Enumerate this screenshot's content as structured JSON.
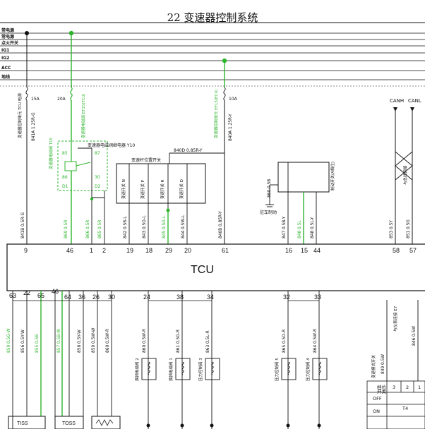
{
  "title": "22  变速器控制系统",
  "bus_lines": [
    "常电源",
    "常电源",
    "点火开关",
    "IG1",
    "IG2",
    "ACC",
    "地线"
  ],
  "fuses": [
    {
      "label": "15A"
    },
    {
      "label": "20A"
    },
    {
      "label": "10A"
    }
  ],
  "fuse_captions": [
    "变速器控制单元 TCU 电源",
    "变速器电磁阀 EF15(TCU)",
    "变速器控制单元 EF15(ECU)"
  ],
  "relay": {
    "name": "变速器电磁阀继电器 Y10",
    "side_label": "变速器电磁阀 T15",
    "pins": [
      "85",
      "87",
      "86",
      "30",
      "D1",
      "D2"
    ]
  },
  "shift_switch": {
    "header": "变速杆位置开关",
    "feed": "840D 0.85R-Y",
    "contacts": [
      "变速开关 N",
      "变速开关 P",
      "变速开关 R",
      "变速开关 D"
    ]
  },
  "upper_wires": [
    {
      "code": "841A 1.25R-G"
    },
    {
      "code": "840A 1.25R-Y"
    },
    {
      "code": "841B 0.5R-G"
    },
    {
      "code": "869 0.5R"
    },
    {
      "code": "866 0.5R"
    },
    {
      "code": "865 0.5R"
    },
    {
      "code": "842 0.5R-L"
    },
    {
      "code": "843 0.5O-L"
    },
    {
      "code": "845 0.5G-L"
    },
    {
      "code": "844 0.5W-L"
    },
    {
      "code": "840B 0.85R-Y"
    },
    {
      "code": "847 0.5B-Y"
    },
    {
      "code": "848 0.5L"
    },
    {
      "code": "848 0.5L-Y"
    },
    {
      "code": "853 0.5Y"
    },
    {
      "code": "851 0.5G"
    },
    {
      "code": "860 0.5B"
    }
  ],
  "brake_switch": {
    "label": "制动开关(A档位)",
    "ground_label": "驻车制动"
  },
  "can": {
    "canh": "CANH",
    "canl": "CANL",
    "label": "与总线网络"
  },
  "tcu": {
    "label": "TCU"
  },
  "upper_pins": [
    "9",
    "46",
    "1",
    "2",
    "19",
    "18",
    "29",
    "20",
    "61",
    "16",
    "15",
    "44",
    "58",
    "57"
  ],
  "lower_pins": [
    "63",
    "22",
    "65",
    "46",
    "64",
    "36",
    "26",
    "30",
    "24",
    "38",
    "34",
    "32",
    "33"
  ],
  "lower_wires": [
    {
      "code": "850 0.5G-W"
    },
    {
      "code": "856 0.5Y-W"
    },
    {
      "code": "855 0.5B"
    },
    {
      "code": "857 0.5B-W"
    },
    {
      "code": "858 0.5Y-W"
    },
    {
      "code": "859 0.5W-W"
    },
    {
      "code": "860 0.5W-R"
    },
    {
      "code": "861 0.5G-R"
    },
    {
      "code": "863 0.5L-R"
    },
    {
      "code": "865 0.5O-R"
    },
    {
      "code": "864 0.5W-R"
    },
    {
      "code": "849 0.5W"
    },
    {
      "code": "846 0.5W"
    }
  ],
  "solenoids": [
    {
      "label": "换挡电磁阀 2"
    },
    {
      "label": "换挡电磁阀 1"
    },
    {
      "label": "压力控制阀 3"
    },
    {
      "label": "压力控制阀 5"
    },
    {
      "label": "压力控制阀 4"
    }
  ],
  "sensors": [
    "TISS",
    "TOSS"
  ],
  "mode_switch": {
    "label": "变速模式开关",
    "header_switch": "开关",
    "header_pin": "档位",
    "cols": [
      "3",
      "2",
      "1"
    ],
    "rows": [
      "OFF",
      "ON"
    ],
    "tag": "T4"
  },
  "right_note": "与仪表连接 E7"
}
